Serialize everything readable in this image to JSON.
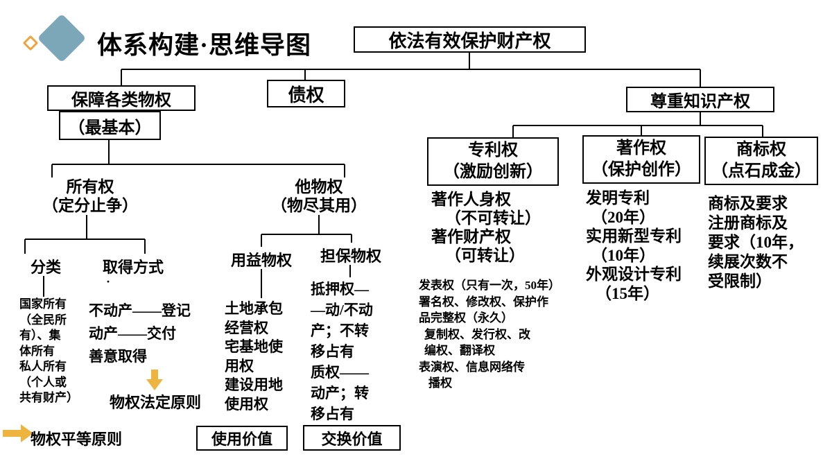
{
  "header": {
    "title": "体系构建·思维导图"
  },
  "colors": {
    "diamond_blue": "#7BA7B9",
    "diamond_orange_outline": "#F2A23A",
    "arrow_gold": "#EDB53F",
    "line_black": "#000000"
  },
  "root": {
    "label": "依法有效保护财产权"
  },
  "branches": {
    "property": {
      "label": "保障各类物权",
      "sub": "（最基本）"
    },
    "debt": {
      "label": "债权"
    },
    "ip": {
      "label": "尊重知识产权"
    }
  },
  "ownership": {
    "line1": "所有权",
    "line2": "（定分止争）",
    "classification": {
      "label": "分类",
      "lines": [
        "国家所有",
        "（全民所",
        "有）、集",
        "体所有",
        "私人所有",
        "（个人或",
        "共有财产）"
      ]
    },
    "acquisition": {
      "label": "取得方式",
      "dot": "·",
      "lines": [
        "不动产——登记",
        "动产——交付",
        "善意取得"
      ],
      "principle": "物权法定原则"
    },
    "equality_principle": "物权平等原则"
  },
  "other_property": {
    "line1": "他物权",
    "line2": "（物尽其用）",
    "usufruct": {
      "label": "用益物权",
      "lines": [
        "土地承包",
        "经营权",
        "宅基地使",
        "用权",
        "建设用地",
        "使用权"
      ],
      "value": "使用价值"
    },
    "security": {
      "label": "担保物权",
      "lines": [
        "抵押权—",
        "—动/不动",
        "产；不转",
        "移占有",
        "质权——",
        "动产；转",
        "移占有"
      ],
      "value": "交换价值"
    }
  },
  "ip_branches": {
    "patent": {
      "line1": "专利权",
      "line2": "（激励创新）",
      "big_lines": [
        "著作人身权",
        "（不可转让）",
        "著作财产权",
        "（可转让）"
      ],
      "small_lines": [
        "发表权（只有一次，50年）",
        "署名权、修改权、保护作",
        "品完整权（永久）",
        "复制权、发行权、改",
        "编权、翻译权",
        "表演权、信息网络传",
        "播权"
      ]
    },
    "copyright": {
      "line1": "著作权",
      "line2": "（保护创作）",
      "lines": [
        "发明专利",
        "（20年）",
        "实用新型专利",
        "（10年）",
        "外观设计专利",
        "（15年）"
      ]
    },
    "trademark": {
      "line1": "商标权",
      "line2": "（点石成金）",
      "lines": [
        "商标及要求",
        "注册商标及",
        "要求（10年，",
        "续展次数不",
        "受限制）"
      ]
    }
  }
}
